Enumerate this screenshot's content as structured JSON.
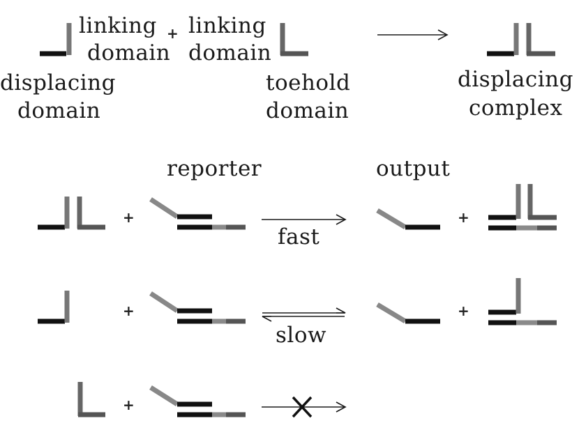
{
  "labels": {
    "linking_domain_1_line1": "linking",
    "linking_domain_1_line2": "domain",
    "linking_domain_2_line1": "linking",
    "linking_domain_2_line2": "domain",
    "displacing_domain_line1": "displacing",
    "displacing_domain_line2": "domain",
    "toehold_domain_line1": "toehold",
    "toehold_domain_line2": "domain",
    "displacing_complex_line1": "displacing",
    "displacing_complex_line2": "complex",
    "reporter": "reporter",
    "output": "output",
    "fast": "fast",
    "slow": "slow",
    "plus": "+"
  },
  "colors": {
    "displacing": "#111111",
    "linking": "#666666",
    "linking_light": "#8a8a8a",
    "toehold": "#4d4d4d",
    "arrow": "#1a1a1a"
  },
  "icons": {
    "blocked_reaction": "x-mark-icon"
  }
}
